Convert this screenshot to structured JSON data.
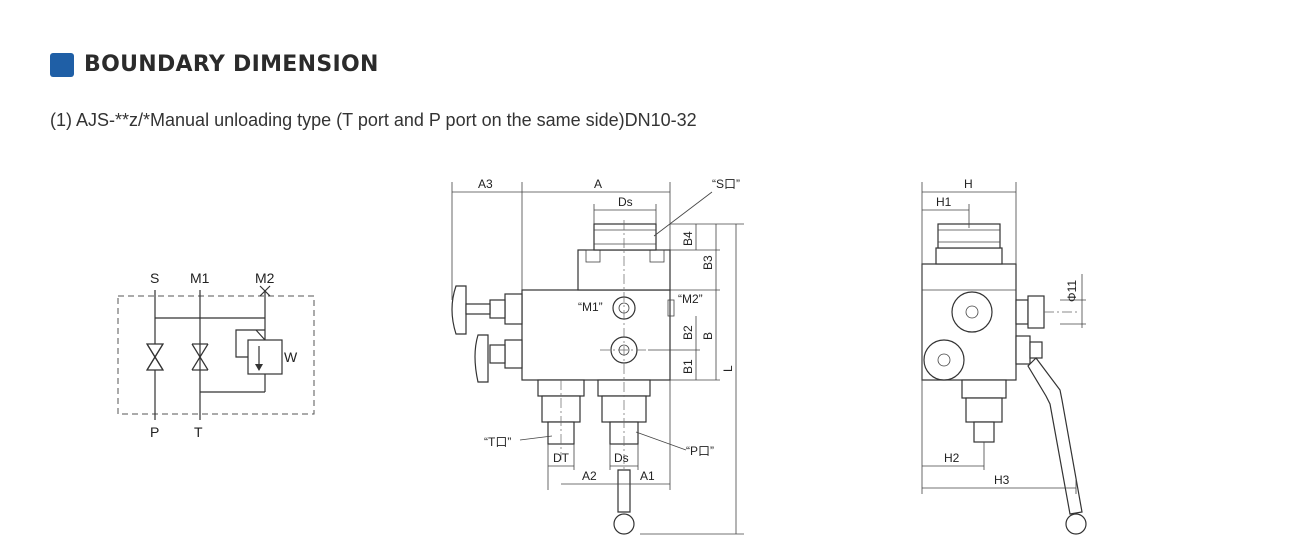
{
  "heading": {
    "text": "BOUNDARY DIMENSION",
    "accent_color": "#1f5fa6"
  },
  "subtitle": "(1) AJS-**z/*Manual unloading type (T port and P port on the same side)DN10-32",
  "schematic": {
    "ports_top": [
      "S",
      "M1",
      "M2"
    ],
    "ports_bottom": [
      "P",
      "T"
    ],
    "valve_letter": "W"
  },
  "front_view": {
    "dims_top": [
      "A3",
      "A",
      "Ds"
    ],
    "port_labels": [
      "“S口”",
      "“M1”",
      "“M2”",
      "“T口”",
      "“P口”"
    ],
    "dims_right": [
      "B4",
      "B3",
      "B2",
      "B",
      "B1",
      "L"
    ],
    "dims_bottom": [
      "DT",
      "Ds",
      "A2",
      "A1"
    ]
  },
  "side_view": {
    "dims_top": [
      "H",
      "H1"
    ],
    "dim_diameter": "Φ11",
    "dims_bottom": [
      "H2",
      "H3"
    ]
  }
}
